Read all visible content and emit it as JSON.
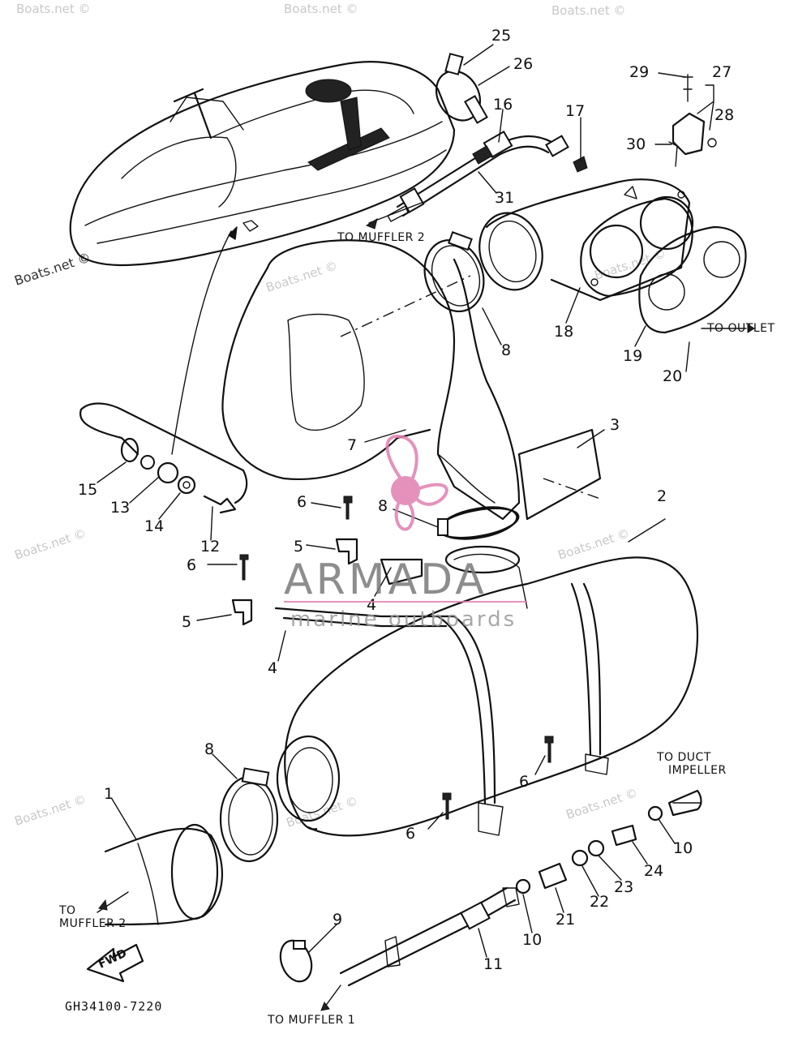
{
  "colors": {
    "line": "#111111",
    "watermark": "#c8c8c8",
    "brand_text": "#7a7a7a",
    "logo_pink": "#e07fb0"
  },
  "watermark": "Boats.net ©",
  "brand": {
    "name": "ARMADA",
    "tagline": "marine outboards"
  },
  "diagram_code": "GH34100-7220",
  "fwd": "FWD",
  "labels": {
    "to_muffler_2_top": "TO MUFFLER 2",
    "to_outlet": "TO OUTLET",
    "to_duct_impeller": "TO DUCT IMPELLER",
    "to_muffler_2_bottom": "TO MUFFLER 2",
    "to_muffler_1": "TO MUFFLER 1"
  },
  "callouts": [
    "25",
    "26",
    "16",
    "17",
    "29",
    "27",
    "28",
    "30",
    "31",
    "18",
    "19",
    "20",
    "8",
    "3",
    "7",
    "15",
    "13",
    "14",
    "12",
    "6",
    "8",
    "2",
    "5",
    "4",
    "6",
    "5",
    "4",
    "8",
    "1",
    "6",
    "6",
    "10",
    "24",
    "23",
    "22",
    "21",
    "10",
    "11",
    "9"
  ]
}
